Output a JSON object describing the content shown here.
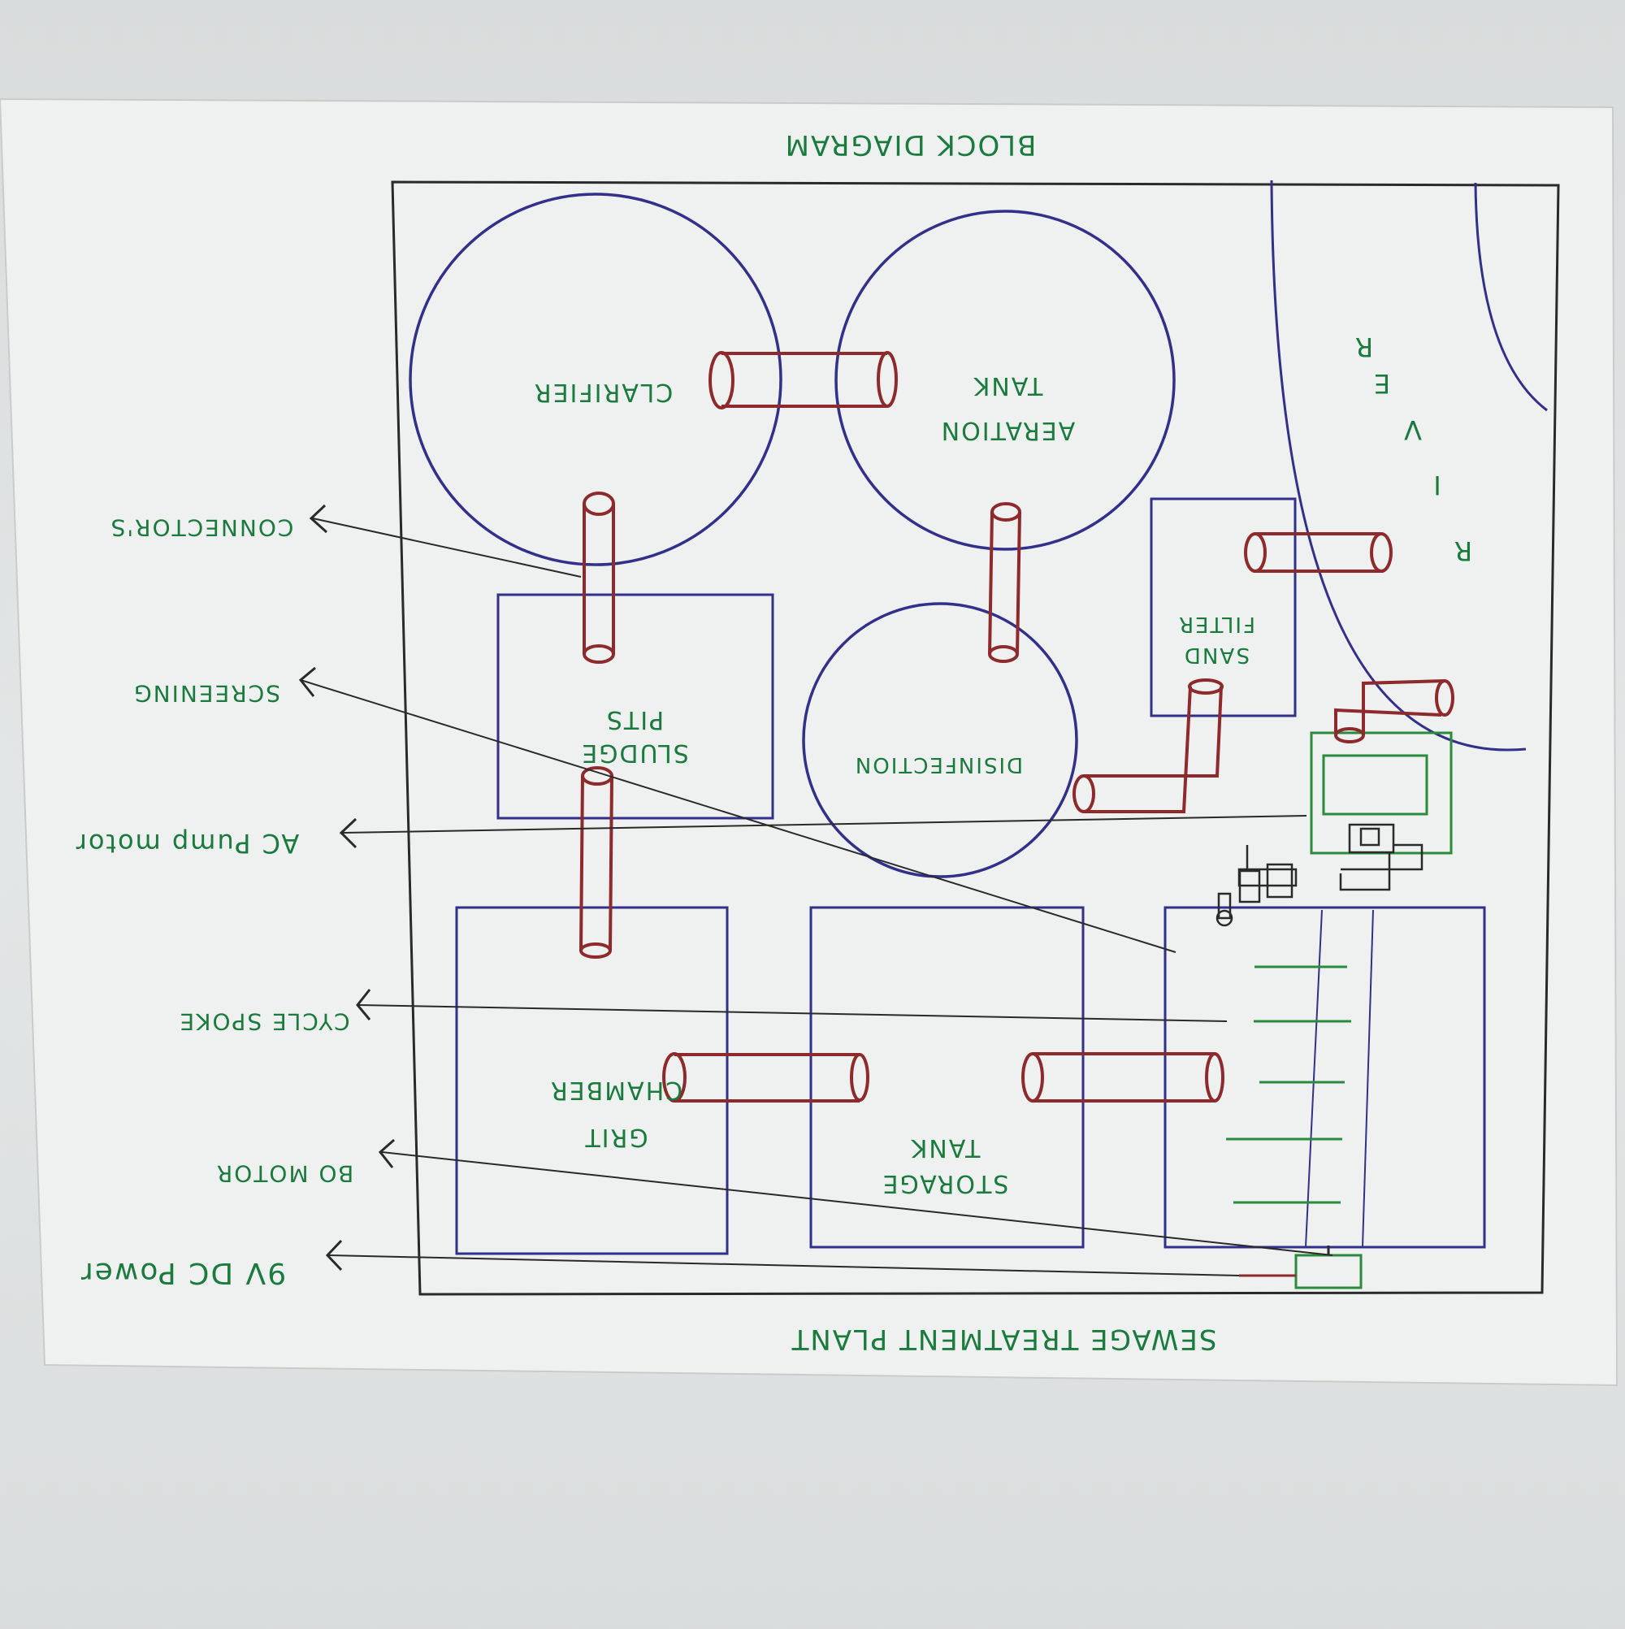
{
  "diagram": {
    "title": "BLOCK DIAGRAM",
    "footer": "SEWAGE TREATMENT PLANT",
    "river_letters": [
      "R",
      "I",
      "V",
      "E",
      "R"
    ],
    "blocks": {
      "clarifier": "CLARIFIER",
      "aeration_line1": "AERATION",
      "aeration_line2": "TANK",
      "sludge_line1": "SLUDGE",
      "sludge_line2": "PITS",
      "disinfection": "DISINFECTION",
      "sand_line1": "SAND",
      "sand_line2": "FILTER",
      "grit_line1": "GRIT",
      "grit_line2": "CHAMBER",
      "storage_line1": "STORAGE",
      "storage_line2": "TANK"
    },
    "callouts": {
      "connectors": "CONNECTOR'S",
      "screening": "SCREENING",
      "ac_pump": "AC Pump motor",
      "cycle_spoke": "CYCLE SPOKE",
      "bo_motor": "BO MOTOR",
      "dc_power": "9V DC Power"
    },
    "colors": {
      "frame": "#2a2a2a",
      "tank_outline": "#32308a",
      "pipe": "#8e2a2c",
      "label": "#1b7a3d",
      "pump_box": "#2a8a3e",
      "paper": "#eef1ef"
    }
  }
}
